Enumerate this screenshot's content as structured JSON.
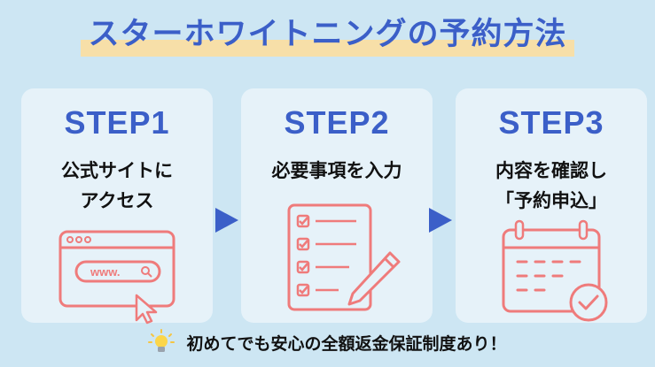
{
  "title": "スターホワイトニングの予約方法",
  "steps": [
    {
      "label": "STEP1",
      "lines": [
        "公式サイトに",
        "アクセス"
      ],
      "browser_url": "www."
    },
    {
      "label": "STEP2",
      "lines": [
        "必要事項を入力"
      ]
    },
    {
      "label": "STEP3",
      "lines": [
        "内容を確認し",
        "「予約申込」"
      ]
    }
  ],
  "footer": "初めてでも安心の全額返金保証制度あり！",
  "colors": {
    "background": "#cde6f3",
    "card": "#e6f2f9",
    "accent_blue": "#3b5fc8",
    "illustration": "#ef7b7b",
    "highlight": "#f7dfa8"
  },
  "icons": [
    "browser-icon",
    "search-icon",
    "cursor-icon",
    "checklist-icon",
    "pencil-icon",
    "calendar-icon",
    "check-icon",
    "lightbulb-icon",
    "arrow-right-icon"
  ]
}
